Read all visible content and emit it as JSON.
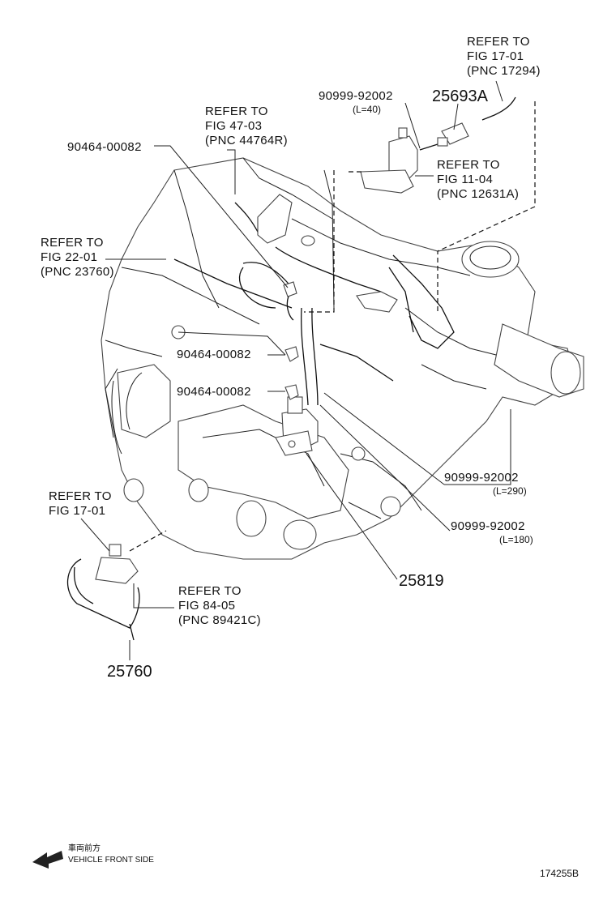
{
  "refs": {
    "fig17_01_top": [
      "REFER TO",
      "FIG 17-01",
      "(PNC 17294)"
    ],
    "fig47_03": [
      "REFER TO",
      "FIG 47-03",
      "(PNC 44764R)"
    ],
    "fig11_04": [
      "REFER TO",
      "FIG 11-04",
      "(PNC 12631A)"
    ],
    "fig22_01": [
      "REFER TO",
      "FIG 22-01",
      "(PNC 23760)"
    ],
    "fig17_01_bottom": [
      "REFER TO",
      "FIG 17-01"
    ],
    "fig84_05": [
      "REFER TO",
      "FIG 84-05",
      "(PNC 89421C)"
    ]
  },
  "parts": {
    "hose_top": {
      "number": "90999-92002",
      "length": "(L=40)"
    },
    "valve_top": "25693A",
    "clip_1": "90464-00082",
    "clip_2": "90464-00082",
    "clip_3": "90464-00082",
    "hose_mid": {
      "number": "90999-92002",
      "length": "(L=290)"
    },
    "hose_low": {
      "number": "90999-92002",
      "length": "(L=180)"
    },
    "valve_main": "25819",
    "harness": "25760"
  },
  "footer": {
    "front_jp": "車両前方",
    "front_en": "VEHICLE FRONT SIDE",
    "figure_id": "174255B"
  }
}
